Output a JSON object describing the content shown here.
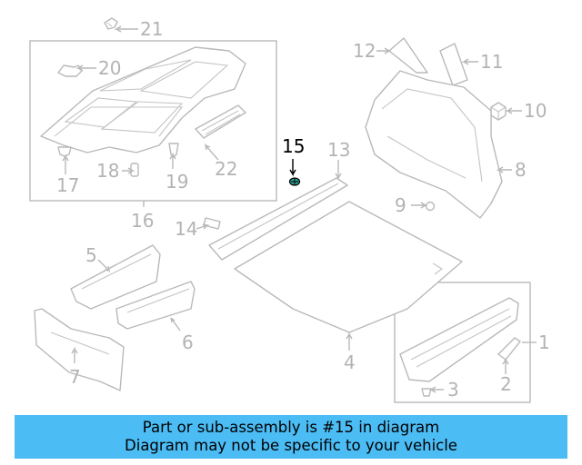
{
  "diagram": {
    "callouts": {
      "c1": "1",
      "c2": "2",
      "c3": "3",
      "c4": "4",
      "c5": "5",
      "c6": "6",
      "c7": "7",
      "c8": "8",
      "c9": "9",
      "c10": "10",
      "c11": "11",
      "c12": "12",
      "c13": "13",
      "c14": "14",
      "c15": "15",
      "c16": "16",
      "c17": "17",
      "c18": "18",
      "c19": "19",
      "c20": "20",
      "c21": "21",
      "c22": "22"
    },
    "highlighted_part": "15",
    "colors": {
      "line": "#b9b9b9",
      "highlight": "#000000",
      "part_highlight": "#2a9d8f",
      "banner": "#4bbcf4"
    }
  },
  "banner": {
    "line1": "Part or sub-assembly is #15 in diagram",
    "line2": "Diagram may not be specific to your vehicle"
  }
}
